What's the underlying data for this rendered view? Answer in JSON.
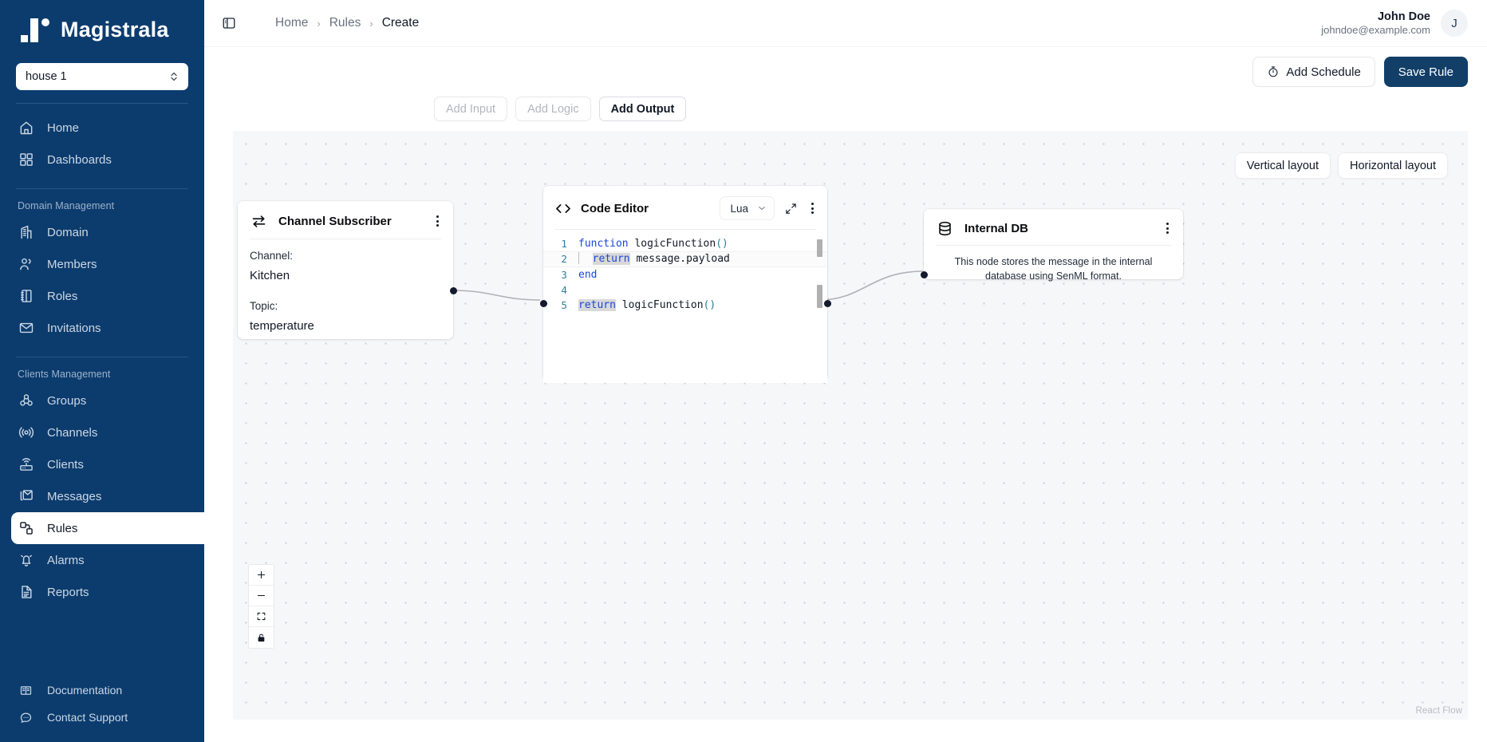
{
  "brand": {
    "name": "Magistrala"
  },
  "sidebar": {
    "domain_selector": {
      "value": "house 1"
    },
    "sections": [
      {
        "label": null,
        "items": [
          {
            "label": "Home",
            "icon": "home-icon",
            "active": false
          },
          {
            "label": "Dashboards",
            "icon": "dashboards-icon",
            "active": false
          }
        ]
      },
      {
        "label": "Domain Management",
        "items": [
          {
            "label": "Domain",
            "icon": "building-icon",
            "active": false
          },
          {
            "label": "Members",
            "icon": "users-icon",
            "active": false
          },
          {
            "label": "Roles",
            "icon": "notebook-icon",
            "active": false
          },
          {
            "label": "Invitations",
            "icon": "mail-icon",
            "active": false
          }
        ]
      },
      {
        "label": "Clients Management",
        "items": [
          {
            "label": "Groups",
            "icon": "groups-icon",
            "active": false
          },
          {
            "label": "Channels",
            "icon": "broadcast-icon",
            "active": false
          },
          {
            "label": "Clients",
            "icon": "router-icon",
            "active": false
          },
          {
            "label": "Messages",
            "icon": "messages-icon",
            "active": false
          },
          {
            "label": "Rules",
            "icon": "rules-icon",
            "active": true
          },
          {
            "label": "Alarms",
            "icon": "bell-icon",
            "active": false
          },
          {
            "label": "Reports",
            "icon": "report-icon",
            "active": false
          }
        ]
      }
    ],
    "footer_items": [
      {
        "label": "Documentation",
        "icon": "book-icon"
      },
      {
        "label": "Contact Support",
        "icon": "chat-icon"
      }
    ]
  },
  "topbar": {
    "panel_toggle_icon": "sidebar-toggle-icon",
    "breadcrumb": [
      "Home",
      "Rules",
      "Create"
    ],
    "breadcrumb_separator": "›",
    "user": {
      "name": "John Doe",
      "email": "johndoe@example.com",
      "avatar_initial": "J"
    }
  },
  "actions": {
    "add_schedule": {
      "label": "Add Schedule",
      "icon": "stopwatch-icon"
    },
    "save_rule": {
      "label": "Save Rule"
    }
  },
  "tabs": [
    {
      "label": "Add Input",
      "active": false
    },
    {
      "label": "Add Logic",
      "active": false
    },
    {
      "label": "Add Output",
      "active": true
    }
  ],
  "canvas": {
    "layout_buttons": [
      "Vertical layout",
      "Horizontal layout"
    ],
    "attribution": "React Flow",
    "zoom_controls": [
      {
        "name": "zoom-in",
        "icon": "plus-icon"
      },
      {
        "name": "zoom-out",
        "icon": "minus-icon"
      },
      {
        "name": "fit-view",
        "icon": "fit-view-icon"
      },
      {
        "name": "toggle-interactivity",
        "icon": "lock-icon"
      }
    ],
    "nodes": {
      "channel_subscriber": {
        "title": "Channel Subscriber",
        "icon": "swap-arrows-icon",
        "fields": [
          {
            "label": "Channel:",
            "value": "Kitchen"
          },
          {
            "label": "Topic:",
            "value": "temperature"
          }
        ]
      },
      "code_editor": {
        "title": "Code Editor",
        "icon": "code-brackets-icon",
        "language": "Lua",
        "expand_icon": "expand-icon",
        "menu_icon": "more-vertical-icon",
        "lines": [
          {
            "n": "1",
            "text": "function logicFunction()"
          },
          {
            "n": "2",
            "text": "  return message.payload"
          },
          {
            "n": "3",
            "text": "end"
          },
          {
            "n": "4",
            "text": ""
          },
          {
            "n": "5",
            "text": "return logicFunction()"
          }
        ]
      },
      "internal_db": {
        "title": "Internal DB",
        "icon": "database-icon",
        "description": "This node stores the message in the internal database using SenML format."
      }
    }
  },
  "colors": {
    "sidebar_bg": "#0c3c6e",
    "primary": "#123f68",
    "canvas_bg": "#f6f7f9",
    "code_keyword": "#1a46d8",
    "code_linenum": "#2e7d9a"
  }
}
